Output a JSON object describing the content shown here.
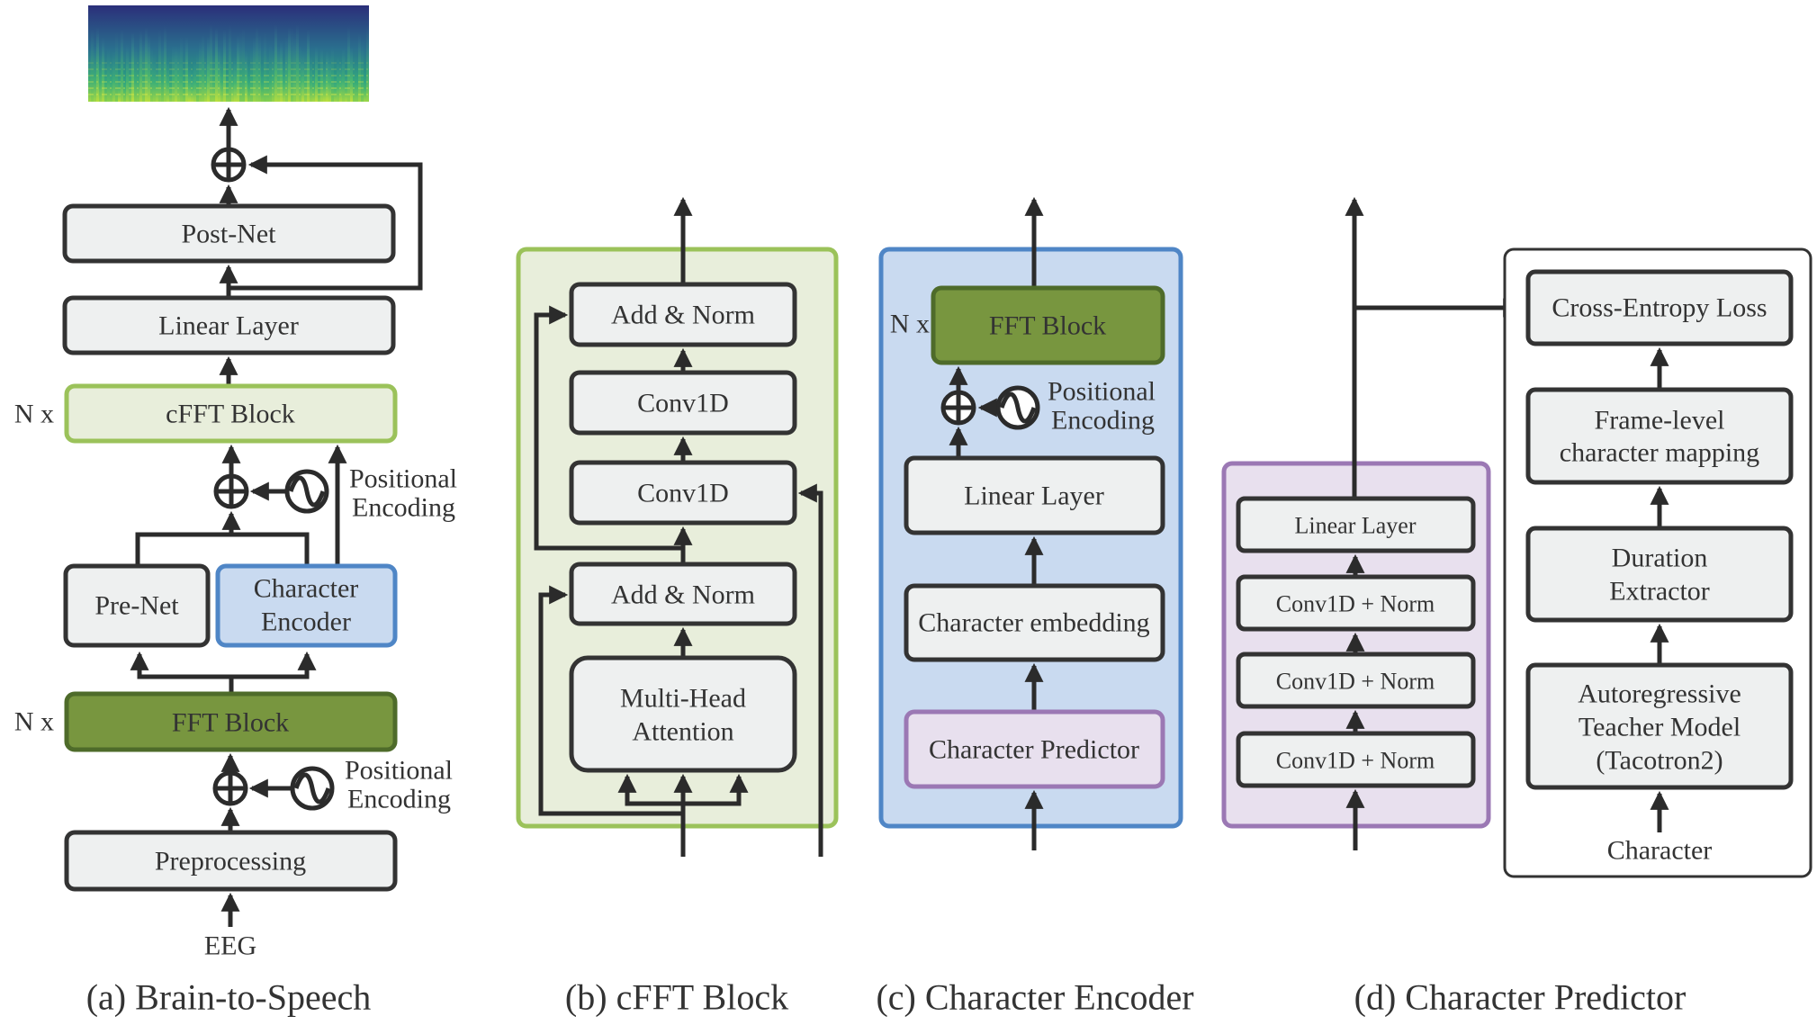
{
  "colors": {
    "box_gray": "#eef0f0",
    "light_green": "#e8eedb",
    "green_border": "#9bc25a",
    "dark_green": "#78963f",
    "light_blue": "#c9daf0",
    "blue_border": "#4f86c6",
    "light_purple": "#e8e0ee",
    "purple_border": "#9b78b4",
    "outline_black": "#333333"
  },
  "panel_a": {
    "post_net": "Post-Net",
    "linear_layer": "Linear Layer",
    "cfft_block": "cFFT Block",
    "n_x_cfft": "N x",
    "pos_enc_line1": "Positional",
    "pos_enc_line2": "Encoding",
    "pre_net": "Pre-Net",
    "char_encoder_line1": "Character",
    "char_encoder_line2": "Encoder",
    "fft_block": "FFT Block",
    "n_x_fft": "N x",
    "pos_enc2_line1": "Positional",
    "pos_enc2_line2": "Encoding",
    "preprocessing": "Preprocessing",
    "input": "EEG",
    "caption": "(a) Brain-to-Speech"
  },
  "panel_b": {
    "add_norm_top": "Add & Norm",
    "conv1d_top": "Conv1D",
    "conv1d_bottom": "Conv1D",
    "add_norm_bottom": "Add & Norm",
    "mha_line1": "Multi-Head",
    "mha_line2": "Attention",
    "caption": "(b) cFFT Block"
  },
  "panel_c": {
    "n_x": "N x",
    "fft_block": "FFT Block",
    "pos_enc_line1": "Positional",
    "pos_enc_line2": "Encoding",
    "linear_layer": "Linear Layer",
    "char_embedding": "Character embedding",
    "char_predictor": "Character Predictor",
    "caption": "(c) Character Encoder"
  },
  "panel_d": {
    "linear_layer": "Linear Layer",
    "conv_norm_1": "Conv1D + Norm",
    "conv_norm_2": "Conv1D + Norm",
    "conv_norm_3": "Conv1D + Norm",
    "cross_entropy": "Cross-Entropy Loss",
    "frame_map_line1": "Frame-level",
    "frame_map_line2": "character mapping",
    "duration_line1": "Duration",
    "duration_line2": "Extractor",
    "teacher_line1": "Autoregressive",
    "teacher_line2": "Teacher Model",
    "teacher_line3": "(Tacotron2)",
    "input": "Character",
    "caption": "(d) Character Predictor"
  }
}
